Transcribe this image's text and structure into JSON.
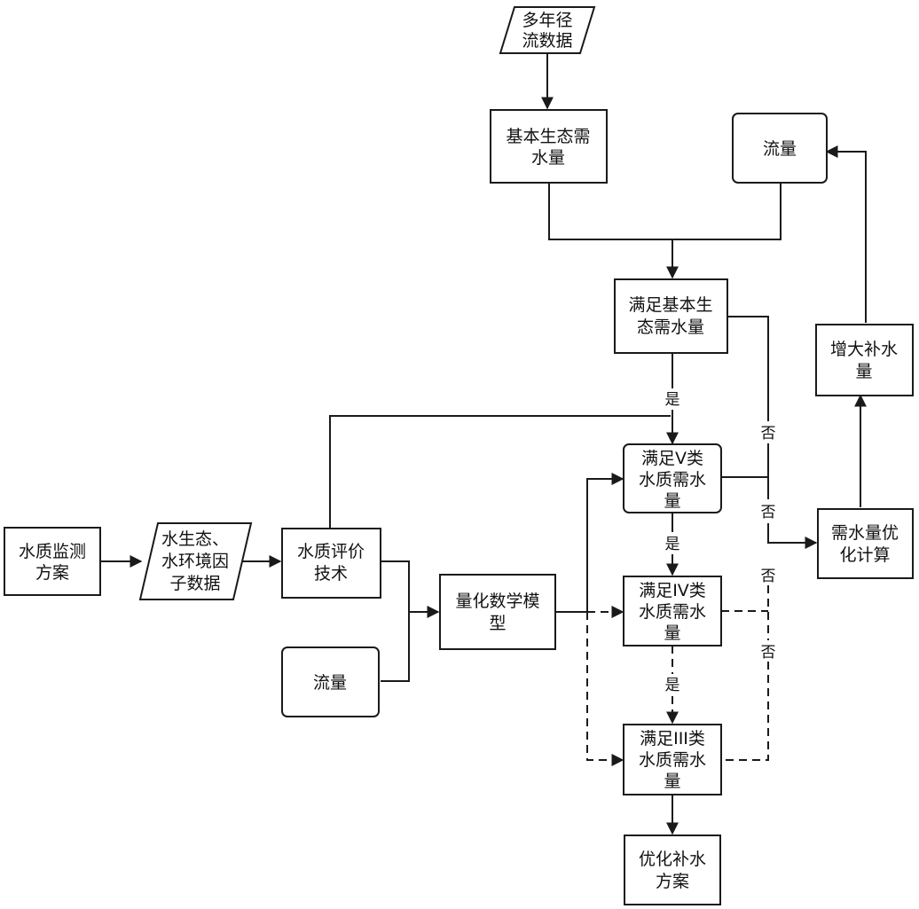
{
  "nodes": {
    "runoff_data": [
      "多年径",
      "流数据"
    ],
    "basic_demand": [
      "基本生态需",
      "水量"
    ],
    "flow_top": [
      "流量"
    ],
    "meet_basic": [
      "满足基本生",
      "态需水量"
    ],
    "increase_supply": [
      "增大补水",
      "量"
    ],
    "monitoring_plan": [
      "水质监测",
      "方案"
    ],
    "eco_factor_data": [
      "水生态、",
      "水环境因",
      "子数据"
    ],
    "quality_eval": [
      "水质评价",
      "技术"
    ],
    "flow_bottom": [
      "流量"
    ],
    "quant_model": [
      "量化数学模",
      "型"
    ],
    "meet_v": [
      "满足V类",
      "水质需水",
      "量"
    ],
    "meet_iv": [
      "满足IV类",
      "水质需水",
      "量"
    ],
    "meet_iii": [
      "满足III类",
      "水质需水",
      "量"
    ],
    "demand_opt": [
      "需水量优",
      "化计算"
    ],
    "optimized_plan": [
      "优化补水",
      "方案"
    ]
  },
  "labels": {
    "yes": "是",
    "no": "否"
  }
}
